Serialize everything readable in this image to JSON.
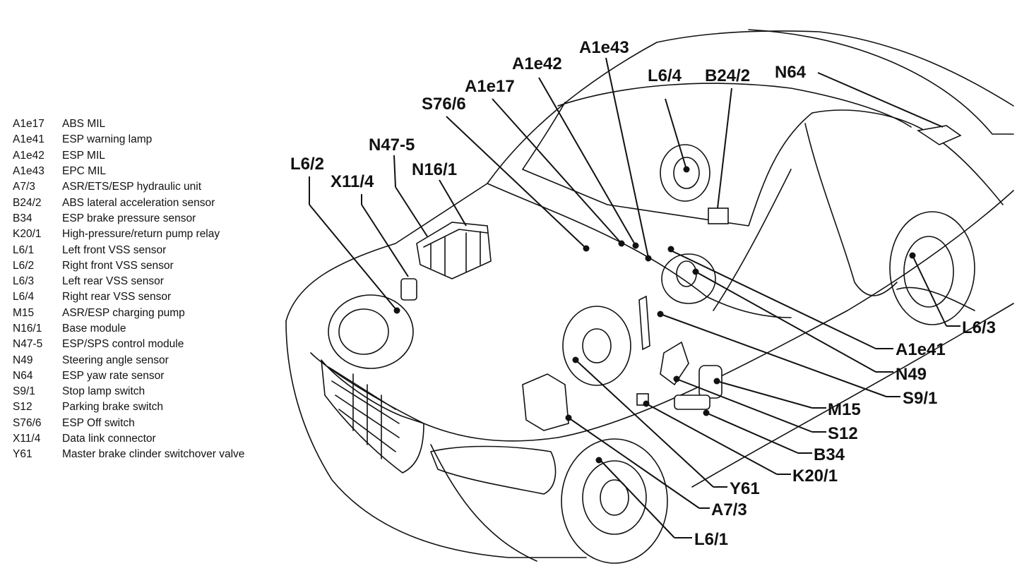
{
  "legend": [
    {
      "code": "A1e17",
      "desc": "ABS MIL"
    },
    {
      "code": "A1e41",
      "desc": "ESP warning lamp"
    },
    {
      "code": "A1e42",
      "desc": "ESP MIL"
    },
    {
      "code": "A1e43",
      "desc": "EPC MIL"
    },
    {
      "code": "A7/3",
      "desc": "ASR/ETS/ESP hydraulic unit"
    },
    {
      "code": "B24/2",
      "desc": "ABS lateral acceleration sensor"
    },
    {
      "code": "B34",
      "desc": "ESP brake pressure sensor"
    },
    {
      "code": "K20/1",
      "desc": "High-pressure/return pump relay"
    },
    {
      "code": "L6/1",
      "desc": "Left front VSS sensor"
    },
    {
      "code": "L6/2",
      "desc": "Right front VSS sensor"
    },
    {
      "code": "L6/3",
      "desc": "Left rear VSS sensor"
    },
    {
      "code": "L6/4",
      "desc": "Right rear VSS sensor"
    },
    {
      "code": "M15",
      "desc": "ASR/ESP charging pump"
    },
    {
      "code": "N16/1",
      "desc": "Base module"
    },
    {
      "code": "N47-5",
      "desc": "ESP/SPS control module"
    },
    {
      "code": "N49",
      "desc": "Steering angle sensor"
    },
    {
      "code": "N64",
      "desc": "ESP yaw rate sensor"
    },
    {
      "code": "S9/1",
      "desc": "Stop lamp switch"
    },
    {
      "code": "S12",
      "desc": "Parking brake switch"
    },
    {
      "code": "S76/6",
      "desc": "ESP Off switch"
    },
    {
      "code": "X11/4",
      "desc": "Data link connector"
    },
    {
      "code": "Y61",
      "desc": "Master brake clinder switchover valve"
    }
  ],
  "callouts": {
    "a1e43": "A1e43",
    "a1e42": "A1e42",
    "a1e17": "A1e17",
    "s76_6": "S76/6",
    "l6_4": "L6/4",
    "b24_2": "B24/2",
    "n64": "N64",
    "n47_5": "N47-5",
    "n16_1": "N16/1",
    "l6_2": "L6/2",
    "x11_4": "X11/4",
    "l6_3": "L6/3",
    "a1e41": "A1e41",
    "n49": "N49",
    "s9_1": "S9/1",
    "m15": "M15",
    "s12": "S12",
    "b34": "B34",
    "k20_1": "K20/1",
    "y61": "Y61",
    "a7_3": "A7/3",
    "l6_1": "L6/1"
  }
}
